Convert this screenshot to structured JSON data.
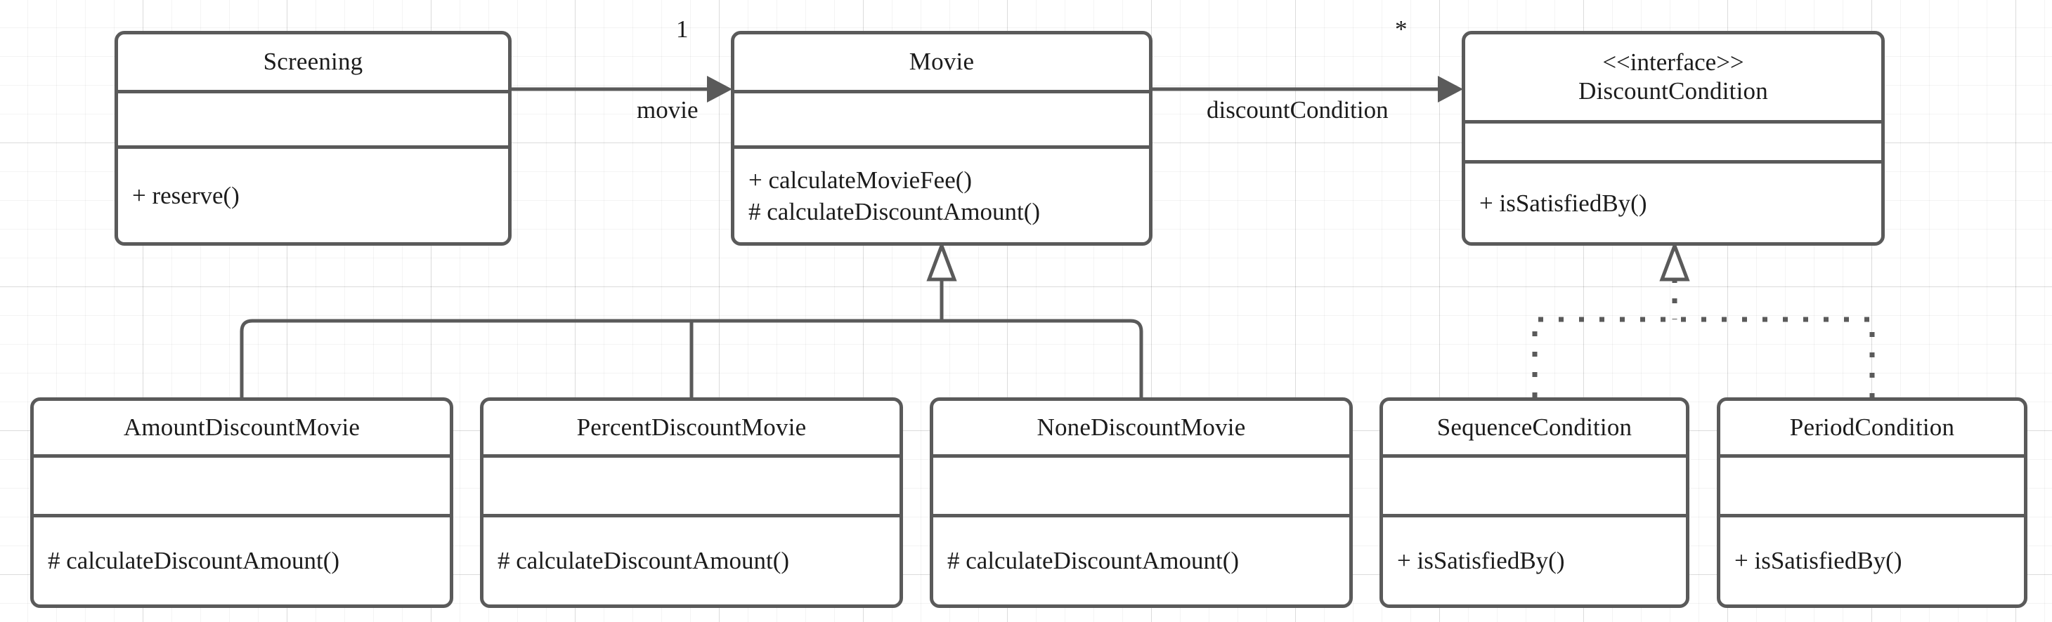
{
  "diagram": {
    "kind": "uml-class-diagram",
    "colors": {
      "stroke": "#5a5a5a",
      "text": "#1c1c1c",
      "fill": "#ffffff",
      "grid_minor": "rgba(0,0,0,0.045)",
      "grid_major": "rgba(0,0,0,0.10)"
    }
  },
  "classes": {
    "screening": {
      "name": "Screening",
      "stereotype": "",
      "attributes": [],
      "operations": [
        "+ reserve()"
      ]
    },
    "movie": {
      "name": "Movie",
      "stereotype": "",
      "attributes": [],
      "operations": [
        "+ calculateMovieFee()",
        "# calculateDiscountAmount()"
      ]
    },
    "discount_condition": {
      "name": "DiscountCondition",
      "stereotype": "<<interface>>",
      "attributes": [],
      "operations": [
        "+ isSatisfiedBy()"
      ]
    },
    "amount_discount_movie": {
      "name": "AmountDiscountMovie",
      "stereotype": "",
      "attributes": [],
      "operations": [
        "# calculateDiscountAmount()"
      ]
    },
    "percent_discount_movie": {
      "name": "PercentDiscountMovie",
      "stereotype": "",
      "attributes": [],
      "operations": [
        "# calculateDiscountAmount()"
      ]
    },
    "none_discount_movie": {
      "name": "NoneDiscountMovie",
      "stereotype": "",
      "attributes": [],
      "operations": [
        "# calculateDiscountAmount()"
      ]
    },
    "sequence_condition": {
      "name": "SequenceCondition",
      "stereotype": "",
      "attributes": [],
      "operations": [
        "+ isSatisfiedBy()"
      ]
    },
    "period_condition": {
      "name": "PeriodCondition",
      "stereotype": "",
      "attributes": [],
      "operations": [
        "+ isSatisfiedBy()"
      ]
    }
  },
  "relationships": {
    "screening_to_movie": {
      "type": "association",
      "source": "Screening",
      "target": "Movie",
      "role_label": "movie",
      "multiplicity": "1"
    },
    "movie_to_discount_condition": {
      "type": "association",
      "source": "Movie",
      "target": "DiscountCondition",
      "role_label": "discountCondition",
      "multiplicity": "*"
    },
    "generalizations": [
      {
        "type": "generalization",
        "source": "AmountDiscountMovie",
        "target": "Movie"
      },
      {
        "type": "generalization",
        "source": "PercentDiscountMovie",
        "target": "Movie"
      },
      {
        "type": "generalization",
        "source": "NoneDiscountMovie",
        "target": "Movie"
      }
    ],
    "realizations": [
      {
        "type": "realization",
        "source": "SequenceCondition",
        "target": "DiscountCondition"
      },
      {
        "type": "realization",
        "source": "PeriodCondition",
        "target": "DiscountCondition"
      }
    ]
  }
}
